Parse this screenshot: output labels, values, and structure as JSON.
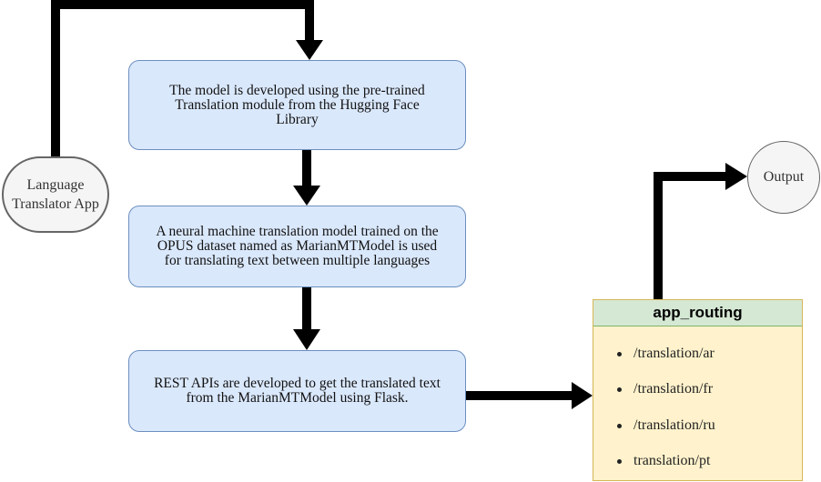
{
  "nodes": {
    "app": {
      "lines": [
        "Language",
        "Translator App"
      ]
    },
    "model_source": {
      "lines": [
        "The model is developed using the pre-trained",
        "Translation module  from the Hugging Face",
        "Library"
      ]
    },
    "marian_model": {
      "lines": [
        "A neural machine translation model trained on the",
        "OPUS dataset named as MarianMTModel is used",
        "for translating text between multiple languages"
      ]
    },
    "rest_api": {
      "lines": [
        "REST APIs are developed to get the translated text",
        "from the MarianMTModel using Flask."
      ]
    },
    "output": {
      "label": "Output"
    }
  },
  "routing": {
    "title": "app_routing",
    "routes": [
      "/translation/ar",
      "/translation/fr",
      "/translation/ru",
      "translation/pt"
    ]
  },
  "colors": {
    "process_fill": "#dae8fc",
    "process_stroke": "#6c8ebf",
    "terminal_fill": "#f5f5f5",
    "panel_fill": "#fff2cc",
    "panel_header_fill": "#d5e8d4",
    "arrow": "#000000"
  }
}
